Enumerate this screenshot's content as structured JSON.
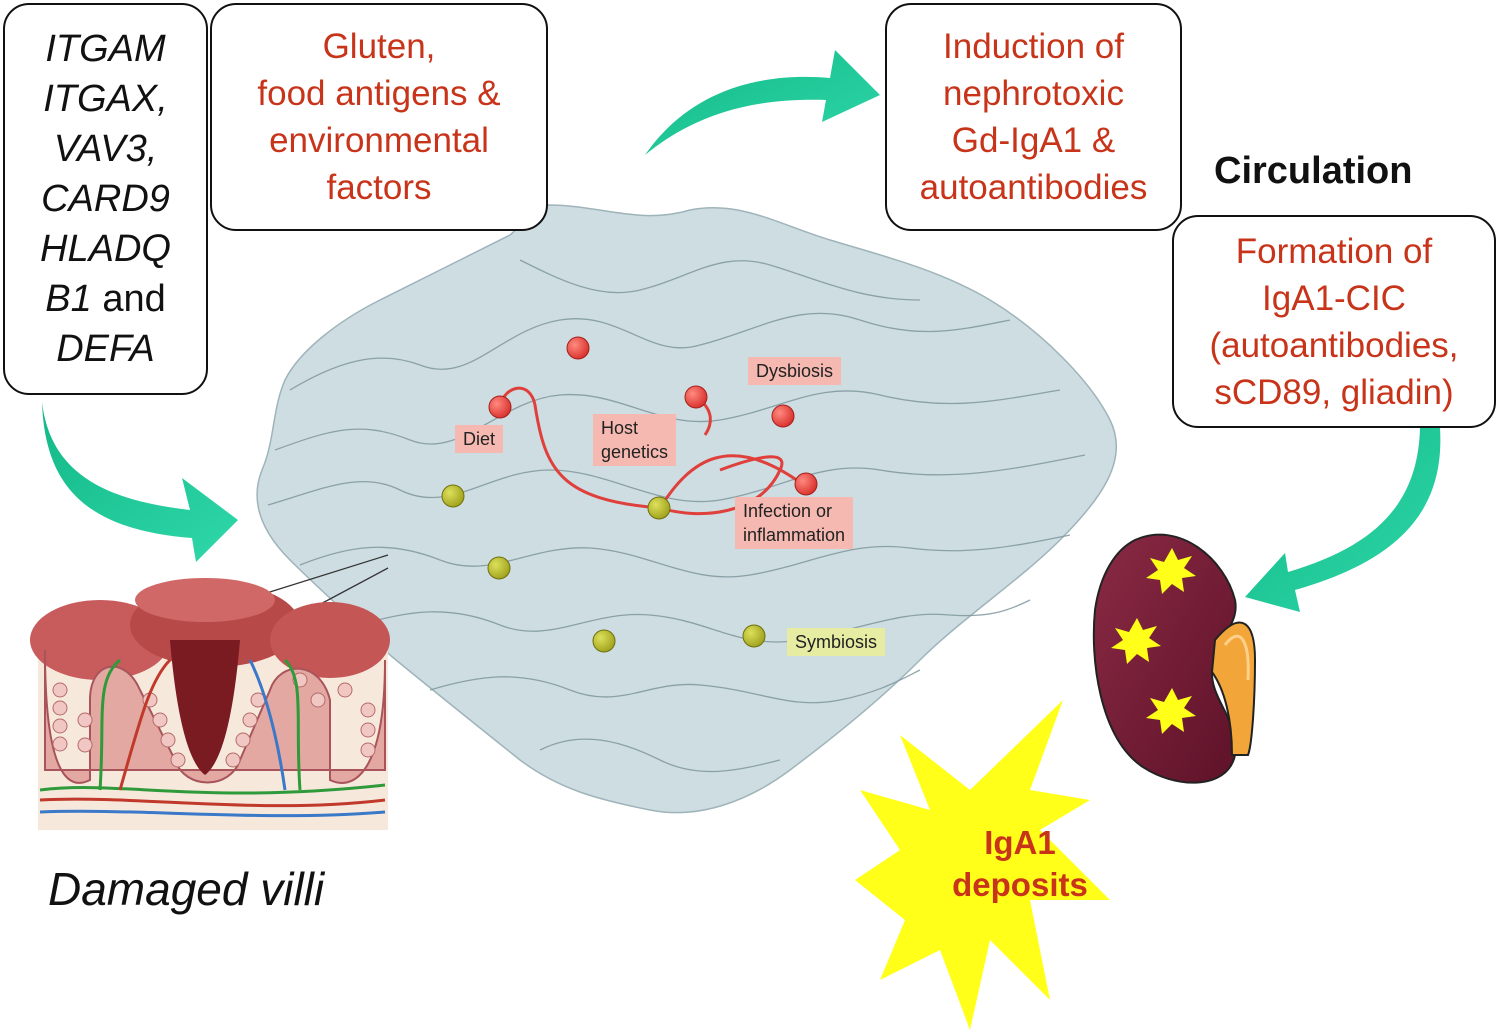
{
  "genes_box": {
    "lines": [
      "ITGAM",
      "ITGAX,",
      "VAV3,",
      "CARD9",
      "HLADQ"
    ],
    "last_gene_a": "B1",
    "and_word": "and",
    "last_gene_b": "DEFA"
  },
  "triggers_box": {
    "lines": [
      "Gluten,",
      "food antigens &",
      "environmental",
      "factors"
    ]
  },
  "induction_box": {
    "lines": [
      "Induction of",
      "nephrotoxic",
      "Gd-IgA1 &",
      "autoantibodies"
    ]
  },
  "circulation_heading": "Circulation",
  "formation_box": {
    "lines": [
      "Formation of",
      "IgA1-CIC",
      "(autoantibodies,",
      "sCD89, gliadin)"
    ]
  },
  "landscape_labels": {
    "dysbiosis": "Dysbiosis",
    "diet": "Diet",
    "host_genetics": [
      "Host",
      "genetics"
    ],
    "infection": [
      "Infection or",
      "inflammation"
    ],
    "symbiosis": "Symbiosis"
  },
  "villi_label": "Damaged villi",
  "deposits": [
    "IgA1",
    "deposits"
  ],
  "colors": {
    "box_text_red": "#c8341a",
    "arrow_green": "#1fc99a",
    "landscape_fill": "#cfdfe2",
    "red_ball": "#e8443f",
    "green_ball": "#b7bb2a",
    "starburst_yellow": "#ffff1a",
    "kidney": "#7a1f3a",
    "ureter": "#f2a63a"
  },
  "icons": [
    "curved-arrow-icon",
    "kidney-icon",
    "starburst-icon",
    "intestinal-villi-icon"
  ]
}
